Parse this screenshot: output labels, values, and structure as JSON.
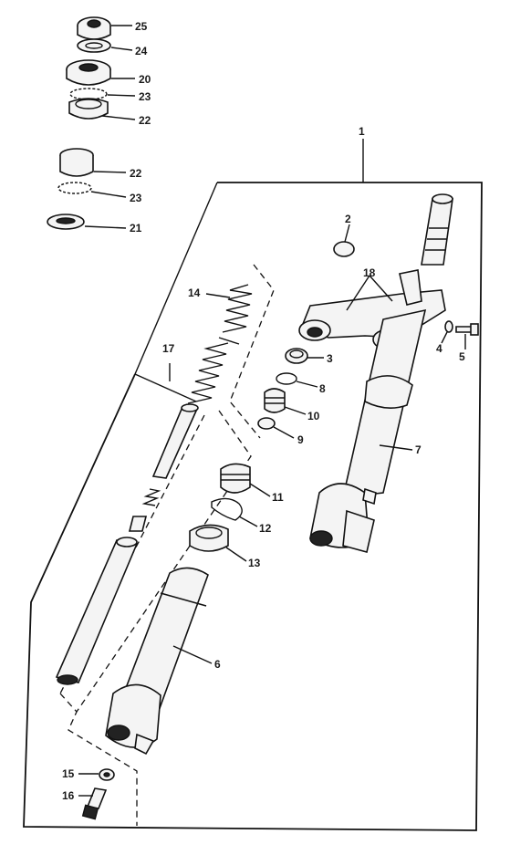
{
  "labels": {
    "l1": "1",
    "l2": "2",
    "l3": "3",
    "l4": "4",
    "l5": "5",
    "l6": "6",
    "l7": "7",
    "l8": "8",
    "l9": "9",
    "l10": "10",
    "l11": "11",
    "l12": "12",
    "l13": "13",
    "l14": "14",
    "l15": "15",
    "l16": "16",
    "l17": "17",
    "l18": "18",
    "l20": "20",
    "l21": "21",
    "l22a": "22",
    "l22b": "22",
    "l23a": "23",
    "l23b": "23",
    "l24": "24",
    "l25": "25"
  }
}
